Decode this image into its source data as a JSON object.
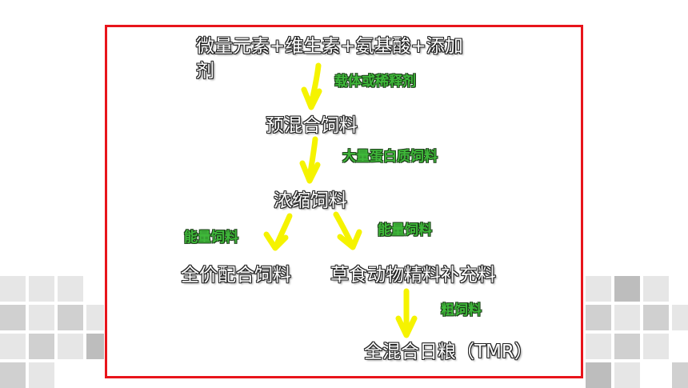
{
  "nodes": {
    "top": "微量元素+维生素+氨基酸+添加剂",
    "premix": "预混合饲料",
    "concentrate": "浓缩饲料",
    "complete_feed": "全价配合饲料",
    "herbivore_supplement": "草食动物精料补充料",
    "tmr": "全混合日粮（TMR）"
  },
  "edges": {
    "carrier": "载体或稀释剂",
    "protein": "大量蛋白质饲料",
    "energy_left": "能量饲料",
    "energy_right": "能量饲料",
    "roughage": "粗饲料"
  },
  "colors": {
    "frame": "#e8141b",
    "arrow": "#f5f300",
    "edge_label": "#3fb83a",
    "node_text": "#ffffff"
  }
}
